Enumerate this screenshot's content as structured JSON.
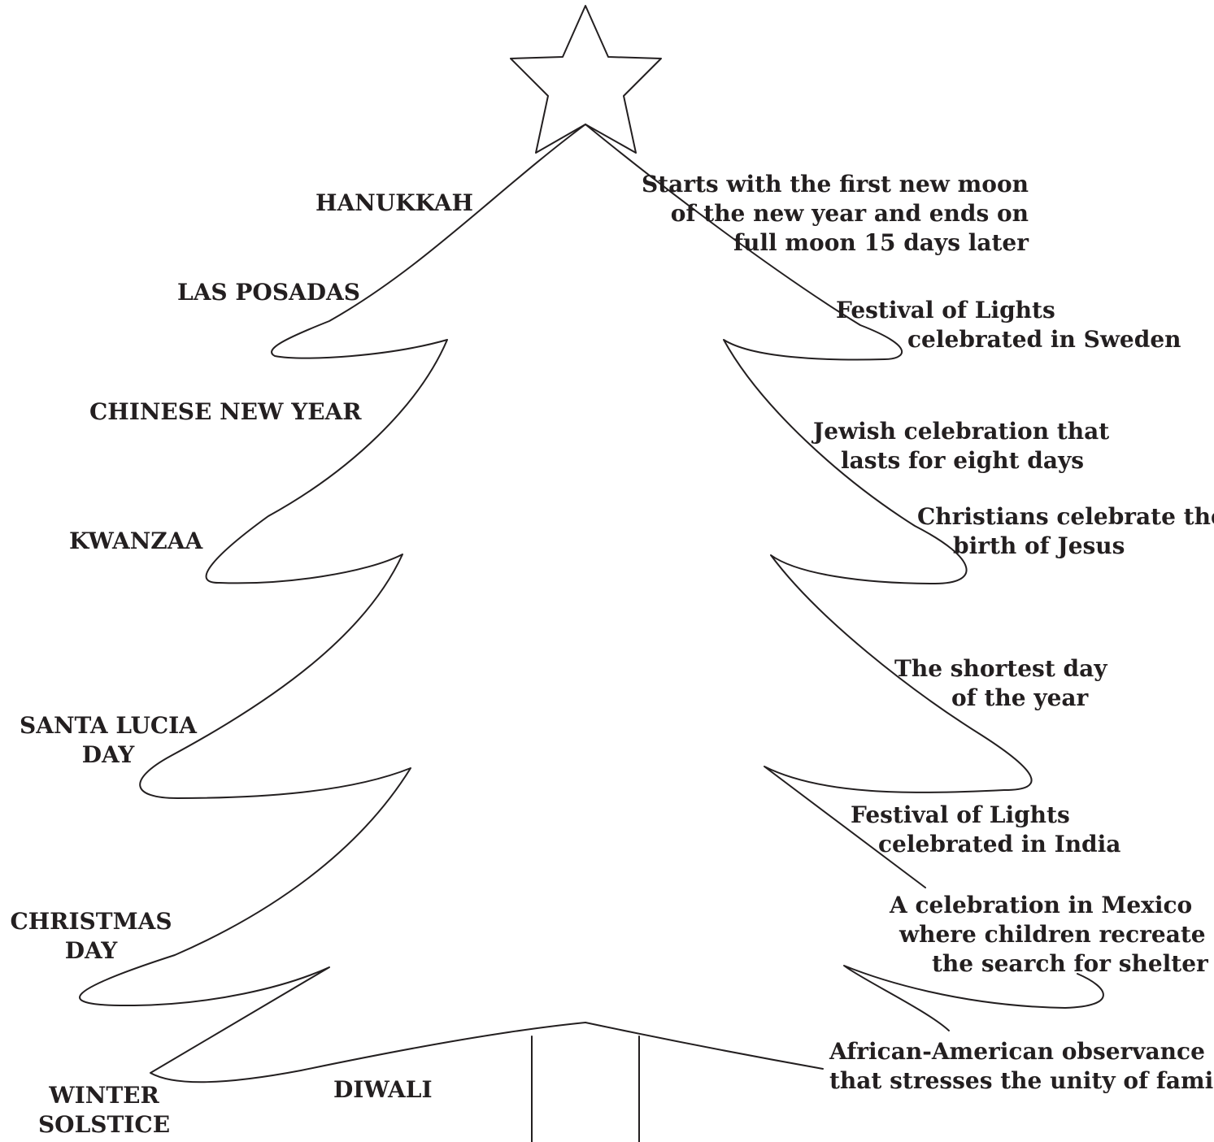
{
  "holidays": {
    "hanukkah": "HANUKKAH",
    "las_posadas": "LAS POSADAS",
    "chinese_new_year": "CHINESE NEW YEAR",
    "kwanzaa": "KWANZAA",
    "santa_lucia": [
      "SANTA LUCIA",
      "DAY"
    ],
    "christmas": [
      "CHRISTMAS",
      "DAY"
    ],
    "winter_solstice": [
      "WINTER",
      "SOLSTICE"
    ],
    "diwali": "DIWALI"
  },
  "descriptions": {
    "d1": [
      "Starts with the first new moon",
      "of the new year and ends on",
      "full moon 15 days later"
    ],
    "d2": [
      "Festival of Lights",
      "celebrated in Sweden"
    ],
    "d3": [
      "Jewish celebration that",
      "lasts for eight days"
    ],
    "d4": [
      "Christians celebrate the",
      "birth of Jesus"
    ],
    "d5": [
      "The shortest day",
      "of the year"
    ],
    "d6": [
      "Festival of Lights",
      "celebrated in India"
    ],
    "d7": [
      "A celebration in Mexico",
      "where children recreate",
      "the search for shelter"
    ],
    "d8": [
      "African-American observance",
      "that stresses the unity of family"
    ]
  }
}
